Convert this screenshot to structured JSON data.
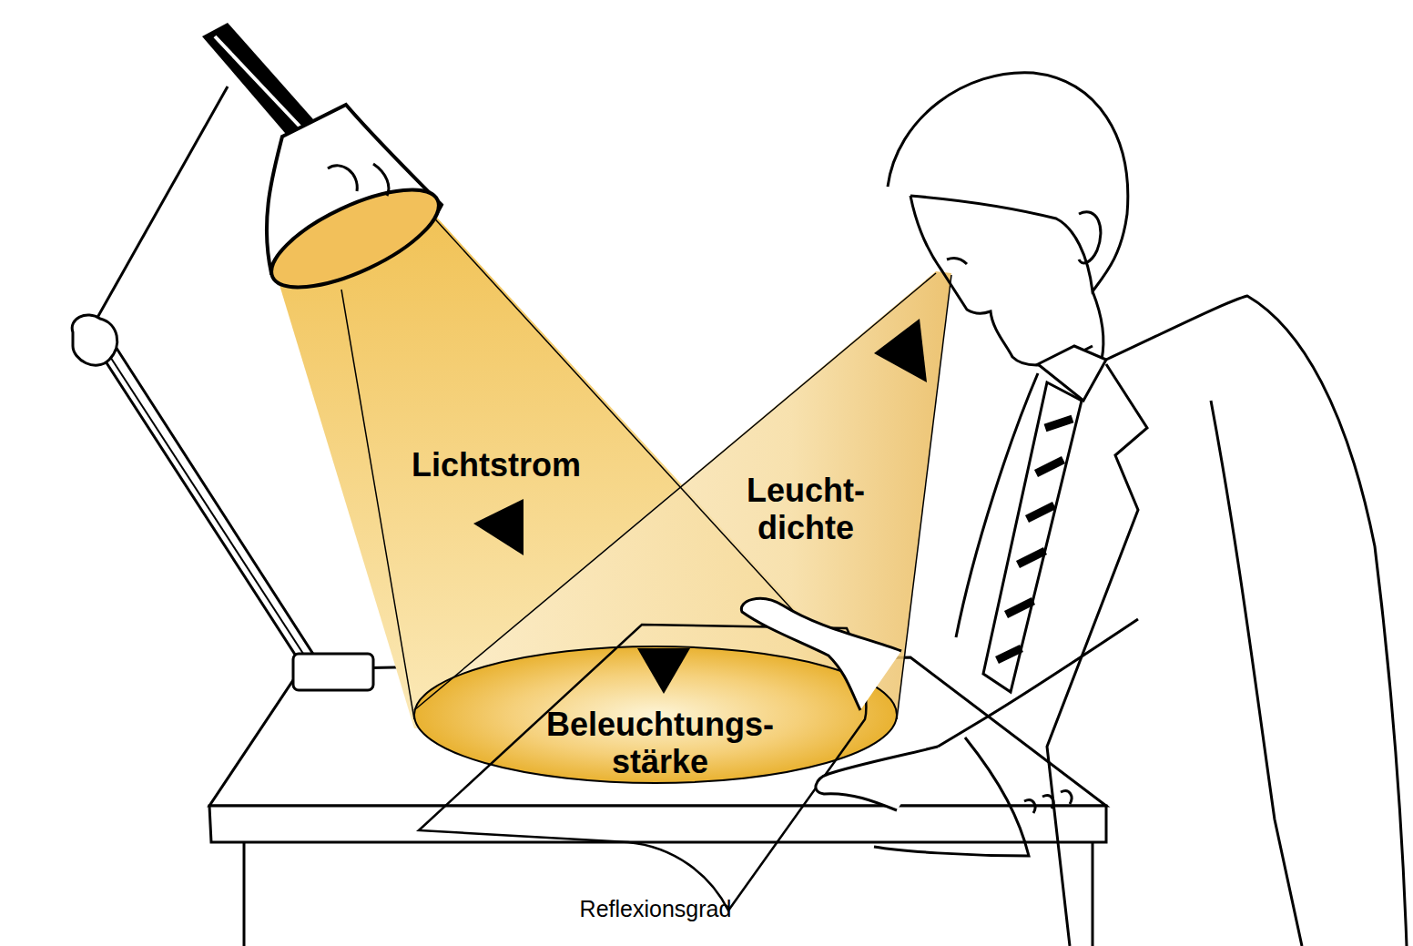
{
  "diagram": {
    "labels": [
      "Lichtstrom",
      "Leucht- dichte",
      "Beleuchtungs- stärke",
      "Reflexionsgrad"
    ]
  }
}
